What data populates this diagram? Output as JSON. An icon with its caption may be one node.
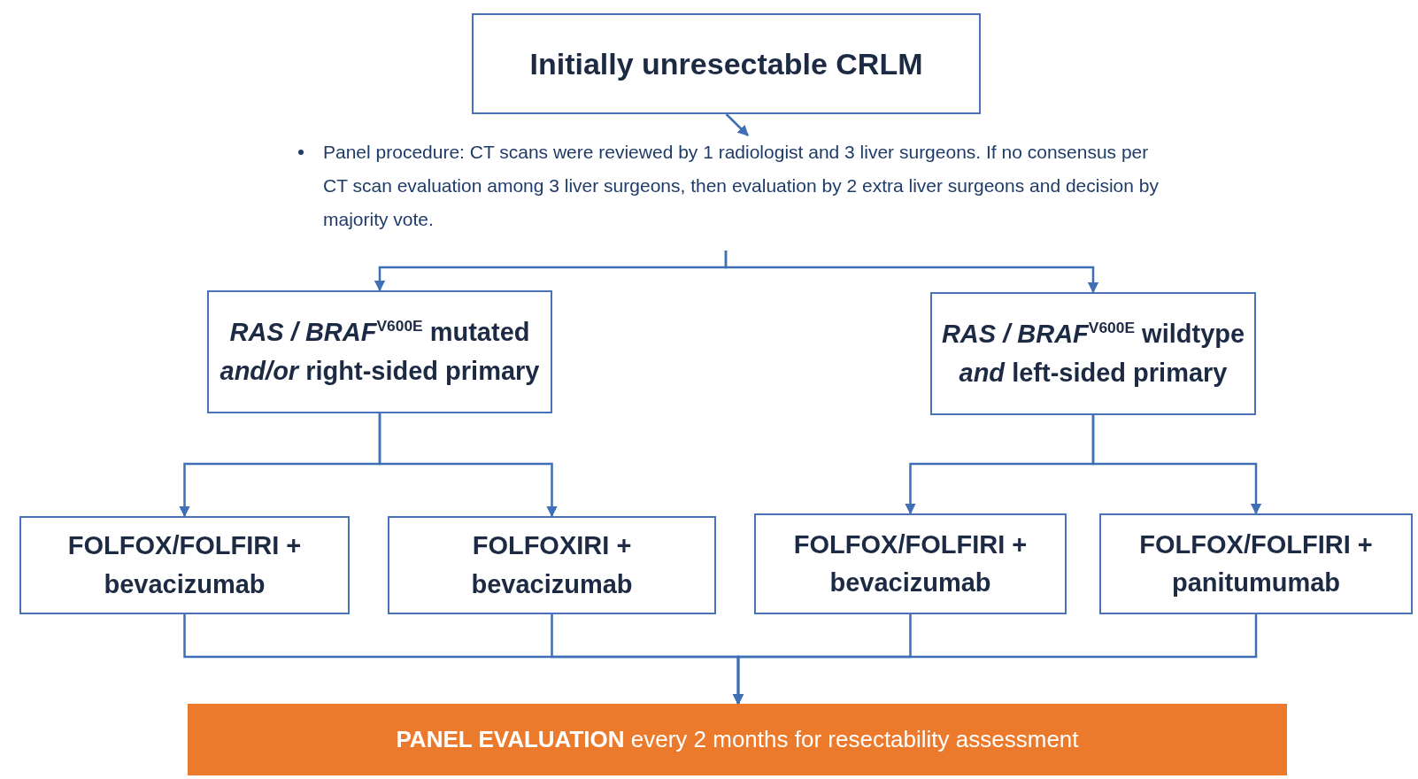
{
  "diagram": {
    "nodes": [
      {
        "text": [
          "Initially unresectable CRLM"
        ]
      },
      {
        "text": [
          "Panel procedure: CT scans were reviewed by 1 radiologist and 3 liver surgeons. If no consensus per CT scan evaluation among 3 liver surgeons, then evaluation by 2 extra liver surgeons and decision by majority vote."
        ]
      },
      {
        "text": [
          "*RAS / BRAF*$^{V600E}$ mutated *and/or* right-sided primary"
        ]
      },
      {
        "text": [
          "*RAS / BRAF*$^{V600E}$ wildtype *and* left-sided primary"
        ]
      },
      {
        "text": [
          "FOLFOX/FOLFIRI + bevacizumab"
        ]
      },
      {
        "text": [
          "FOLFOXIRI + bevacizumab"
        ]
      },
      {
        "text": [
          "FOLFOX/FOLFIRI + bevacizumab"
        ]
      },
      {
        "text": [
          "FOLFOX/FOLFIRI + panitumumab"
        ]
      },
      {
        "text": [
          "**PANEL EVALUATION** every 2 months for resectability assessment"
        ]
      }
    ],
    "edges": [
      {
        "from": 0,
        "to": 1,
        "arrow": "to"
      },
      {
        "from": 1,
        "to": 2,
        "arrow": "to"
      },
      {
        "from": 1,
        "to": 3,
        "arrow": "to"
      },
      {
        "from": 2,
        "to": 4,
        "arrow": "to"
      },
      {
        "from": 2,
        "to": 5,
        "arrow": "to"
      },
      {
        "from": 3,
        "to": 6,
        "arrow": "to"
      },
      {
        "from": 3,
        "to": 7,
        "arrow": "to"
      },
      {
        "from": 4,
        "to": 8,
        "arrow": "to"
      },
      {
        "from": 5,
        "to": 8,
        "arrow": "to"
      },
      {
        "from": 6,
        "to": 8,
        "arrow": "to"
      },
      {
        "from": 7,
        "to": 8,
        "arrow": "to"
      }
    ]
  }
}
